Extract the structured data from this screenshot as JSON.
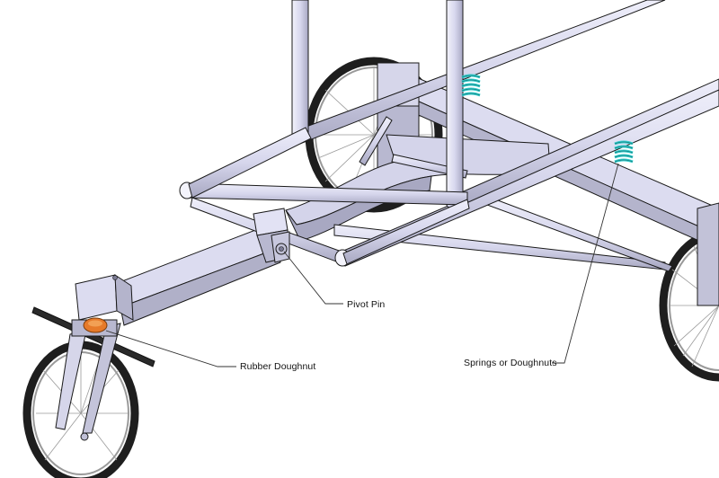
{
  "callouts": {
    "pivot_pin": "Pivot Pin",
    "rubber_doughnut": "Rubber Doughnut",
    "springs": "Springs or Doughnuts"
  },
  "colors": {
    "frame_fill": "#dcdcf0",
    "frame_shade": "#b4b4cc",
    "frame_dark": "#8e8ea8",
    "outline": "#1a1a1a",
    "tire": "#1e1e1e",
    "rim": "#9a9a9a",
    "spring": "#33cccc",
    "doughnut": "#e67a2a",
    "leader": "#333333"
  },
  "icons": [
    "frame-tube",
    "wheel",
    "spring-coil",
    "rubber-doughnut",
    "pivot-pin",
    "handlebar"
  ]
}
